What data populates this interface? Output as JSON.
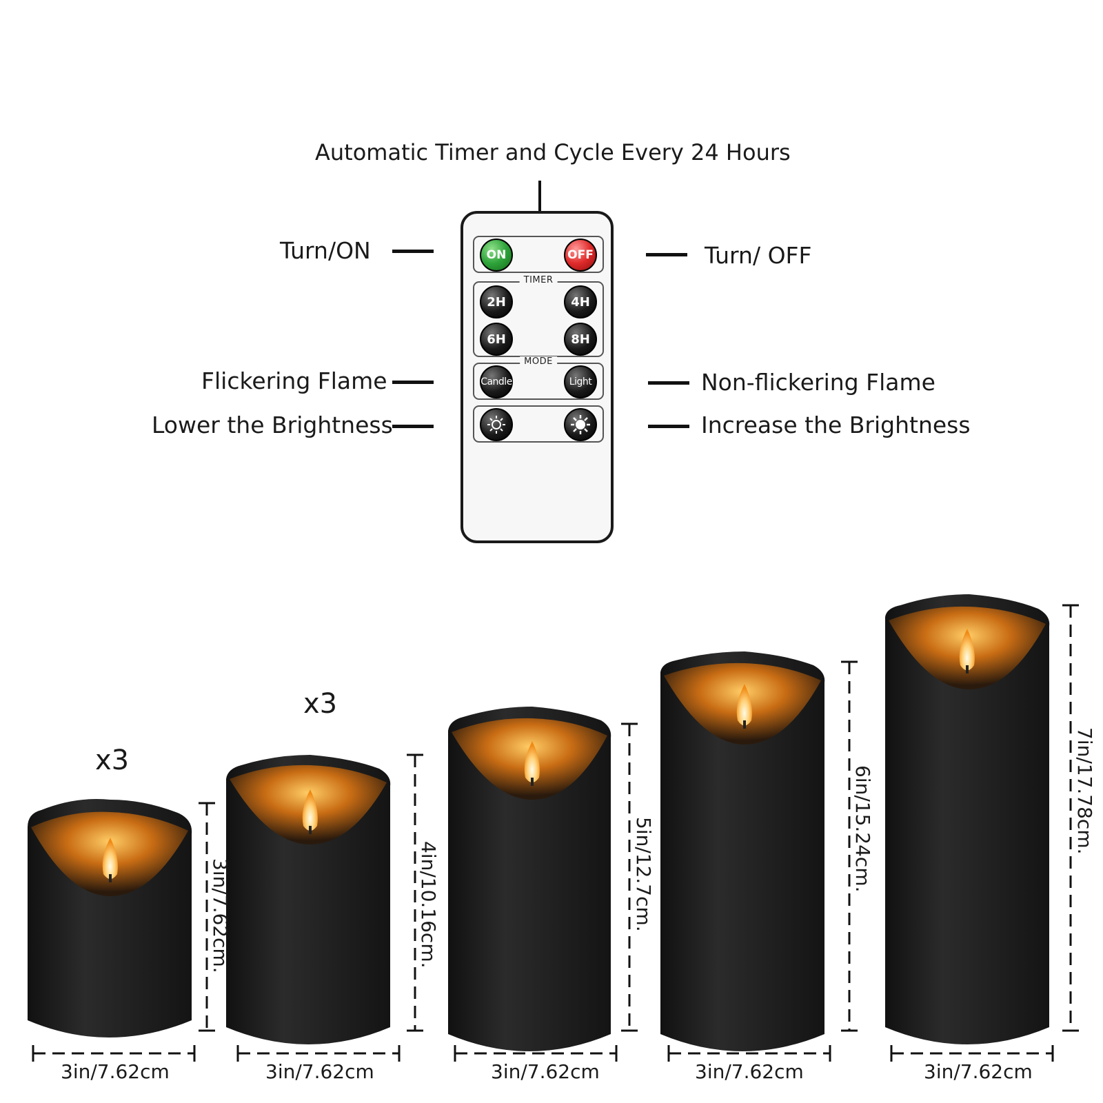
{
  "header": {
    "title": "Automatic Timer and Cycle Every 24 Hours"
  },
  "callouts": {
    "turn_on": "Turn/ON",
    "turn_off": "Turn/ OFF",
    "flicker": "Flickering Flame",
    "non_flicker": "Non-flickering Flame",
    "lower": "Lower the Brightness",
    "increase": "Increase the Brightness"
  },
  "remote": {
    "on_label": "ON",
    "off_label": "OFF",
    "timer_title": "TIMER",
    "timer_buttons": [
      "2H",
      "4H",
      "6H",
      "8H"
    ],
    "mode_title": "MODE",
    "mode_buttons": [
      "Candle",
      "Light"
    ],
    "brightness_icons": [
      "sun-dim-icon",
      "sun-bright-icon"
    ],
    "colors": {
      "on": "#2ea33a",
      "off": "#e02b2b",
      "body": "#f7f7f7"
    }
  },
  "candles": {
    "quantities": [
      "x3",
      "x3"
    ],
    "heights": [
      "3in/7.62cm.",
      "4in/10.16cm.",
      "5in/12.7cm.",
      "6in/15.24cm.",
      "7in/17.78cm."
    ],
    "widths": [
      "3in/7.62cm",
      "3in/7.62cm",
      "3in/7.62cm",
      "3in/7.62cm",
      "3in/7.62cm"
    ],
    "colors": {
      "body": "#1f1f1f",
      "flame": "#ffb23c"
    }
  }
}
